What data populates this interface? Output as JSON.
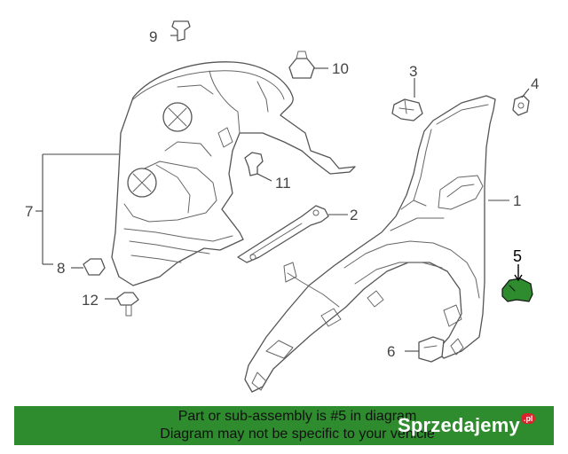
{
  "callouts": {
    "c1": "1",
    "c2": "2",
    "c3": "3",
    "c4": "4",
    "c5": "5",
    "c6": "6",
    "c7": "7",
    "c8": "8",
    "c9": "9",
    "c10": "10",
    "c11": "11",
    "c12": "12"
  },
  "highlight_color": "#2e8b2e",
  "footer": {
    "line1": "Part or sub-assembly is #5 in diagram",
    "line2": "Diagram may not be specific to your vehicle"
  },
  "watermark": {
    "text": "Sprzedajemy",
    "suffix": ".pl"
  }
}
